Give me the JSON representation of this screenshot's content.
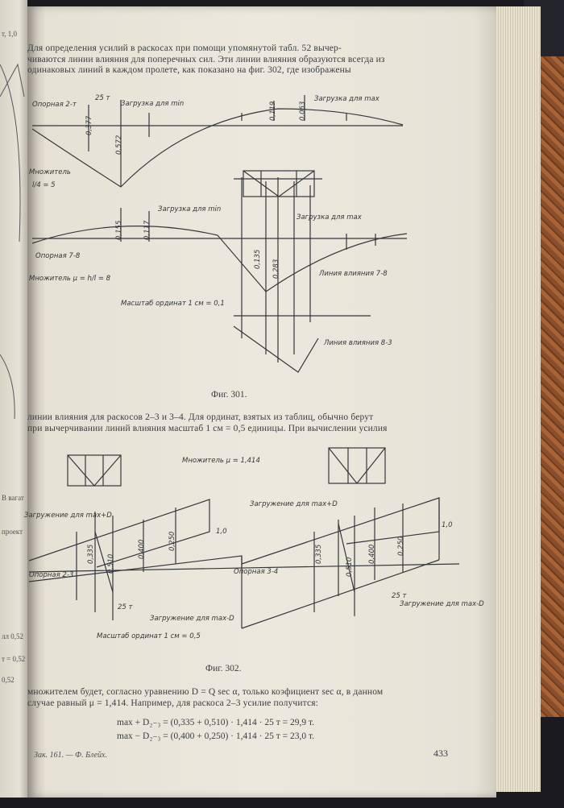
{
  "page": {
    "intro_lines": [
      "Для определения усилий в раскосах при помощи упомянутой табл. 52 вычер-",
      "чиваются линии влияния для поперечных сил. Эти линии влияния образуются всегда из",
      "одинаковых линий в каждом пролете, как показано на фиг. 302, где изображены"
    ],
    "figure_301_caption": "Фиг. 301.",
    "mid_lines": [
      "линии влияния для раскосов 2–3 и 3–4. Для ординат, взятых из таблиц, обычно берут",
      "при вычерчивании линий влияния масштаб 1 см = 0,5 единицы. При вычислении усилия"
    ],
    "figure_302_caption": "Фиг. 302.",
    "closing_lines": [
      "множителем будет, согласно уравнению D = Q sec α, только коэфициент sec α, в данном",
      "случае равный μ = 1,414. Например, для раскоса 2–3 усилие получится:"
    ],
    "formula_max_plus": "max + D₂₋₃ = (0,335 + 0,510) · 1,414 · 25 т = 29,9 т.",
    "formula_max_minus": "max − D₂₋₃ = (0,400 + 0,250) · 1,414 · 25 т = 23,0 т.",
    "footer_left": "Зак. 161. — Ф. Блейх.",
    "page_number": "433"
  },
  "figure301": {
    "support_top": "Опорная 2-т",
    "load_min": "Загрузка для min",
    "load_max": "Загрузка для max",
    "multiplier_top": "Множитель",
    "multiplier_top_value": "l/4 = 5",
    "load_top": "25 т",
    "support_mid": "Опорная 7-8",
    "multiplier_mid": "Множитель μ = h/l = 8",
    "influence_line_78": "Линия влияния 7-8",
    "scale_label": "Масштаб ординат 1 см = 0,1",
    "influence_line_83": "Линия влияния 8-3",
    "ordinates_top": [
      "0,377",
      "0,572",
      "0,119",
      "0,063"
    ],
    "ordinates_mid": [
      "0,155",
      "0,117",
      "0,135",
      "0,283"
    ]
  },
  "figure302": {
    "multiplier": "Множитель μ = 1,414",
    "load_max_d_left": "Загружение для max+D",
    "load_max_d_right": "Загружение для max+D",
    "load_min_d_left": "Загружение для max-D",
    "load_min_d_right": "Загружение для max-D",
    "support_left": "Опорная 2-3",
    "support_right": "Опорная 3-4",
    "scale_label": "Масштаб ординат 1 см = 0,5",
    "load_value": "25 т",
    "end_value": "1,0",
    "ordinates_left": [
      "0,335",
      "0,510",
      "0,400",
      "0,250"
    ],
    "ordinates_right": [
      "0,335",
      "0,510",
      "0,400",
      "0,250"
    ]
  },
  "left_fragments": [
    "т, 1,0",
    "В вагат",
    "проект",
    "лл 0,52",
    "т = 0,52",
    "0,52"
  ]
}
